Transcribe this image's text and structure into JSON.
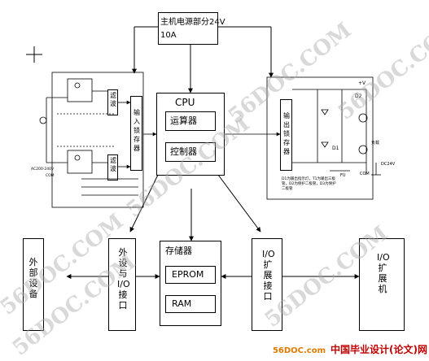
{
  "blocks": {
    "power": {
      "line1": "主机电源部分24V",
      "line2": "10A"
    },
    "cpu": {
      "title": "CPU",
      "alu": "运算器",
      "controller": "控制器"
    },
    "input_unit": {
      "register": "输入锁存器",
      "filter_top": "滤波",
      "filter_bottom": "滤波",
      "ac_label": "AC200-240V",
      "com_label": "COM"
    },
    "output_unit": {
      "register": "输出锁存器",
      "plus_v": "+V",
      "d2": "D2",
      "d1": "D1",
      "load": "负载",
      "com": "COM",
      "dc": "DC24V",
      "fu": "FU",
      "note": "D1为输出指示灯，T1为输出三极管，D2为保护二极管，D3为保护二极管"
    },
    "external_device": "外部设备",
    "peripheral_io": "外设与I/O接口",
    "memory": {
      "title": "存储器",
      "eprom": "EPROM",
      "ram": "RAM"
    },
    "expansion_port": "I/O扩展接口",
    "expansion_unit": "I/O扩展机"
  },
  "watermarks": [
    "56DOC.COM",
    "56DOC.COM",
    "56DOC.COM",
    "56DOC.COM",
    "56DOC.COM",
    "56DOC.COM"
  ],
  "footer": {
    "site": "56DOC.com",
    "brand": "中国毕业设计(论文)网"
  }
}
